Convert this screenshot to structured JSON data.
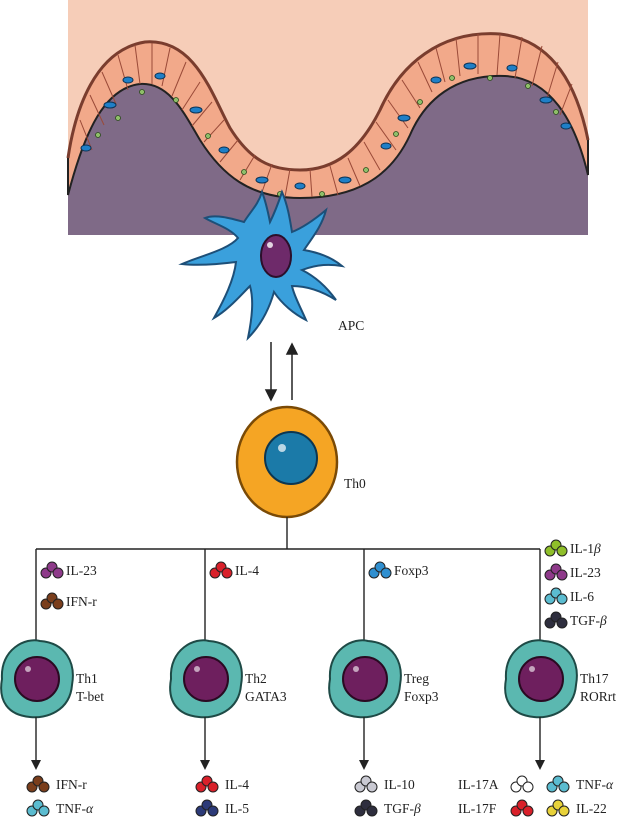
{
  "apc": {
    "label": "APC"
  },
  "th0": {
    "label": "Th0"
  },
  "branches": [
    {
      "cell": {
        "line1": "Th1",
        "line2": "T-bet"
      },
      "inducers": [
        {
          "label": "IL-23",
          "color": "#8e3a8a"
        },
        {
          "label": "IFN-r",
          "color": "#7a3e1c"
        }
      ],
      "outputs": [
        {
          "label": "IFN-r",
          "color": "#7a3e1c"
        },
        {
          "label": "TNF-",
          "symbol": "α",
          "color": "#5bbcd0"
        }
      ]
    },
    {
      "cell": {
        "line1": "Th2",
        "line2": "GATA3"
      },
      "inducers": [
        {
          "label": "IL-4",
          "color": "#d9202a"
        }
      ],
      "outputs": [
        {
          "label": "IL-4",
          "color": "#d9202a"
        },
        {
          "label": "IL-5",
          "color": "#2c3a78"
        }
      ]
    },
    {
      "cell": {
        "line1": "Treg",
        "line2": "Foxp3"
      },
      "inducers": [
        {
          "label": "Foxp3",
          "color": "#2f8fd0"
        }
      ],
      "outputs": [
        {
          "label": "IL-10",
          "color": "#c9c9d2"
        },
        {
          "label": "TGF-",
          "symbol": "β",
          "color": "#2e2e3e"
        }
      ]
    },
    {
      "cell": {
        "line1": "Th17",
        "line2": "RORrt"
      },
      "inducers": [
        {
          "label": "IL-1",
          "symbol": "β",
          "color": "#8fbf2a"
        },
        {
          "label": "IL-23",
          "color": "#8e3a8a"
        },
        {
          "label": "IL-6",
          "color": "#5bbcd0"
        },
        {
          "label": "TGF-",
          "symbol": "β",
          "color": "#2e2e3e"
        }
      ],
      "outputs": [
        {
          "label": "IL-17A",
          "color": "#ffffff"
        },
        {
          "label": "IL-17F",
          "color": "#d9202a"
        },
        {
          "label": "TNF-",
          "symbol": "α",
          "color": "#5bbcd0"
        },
        {
          "label": "IL-22",
          "color": "#e8d23a"
        }
      ]
    }
  ]
}
